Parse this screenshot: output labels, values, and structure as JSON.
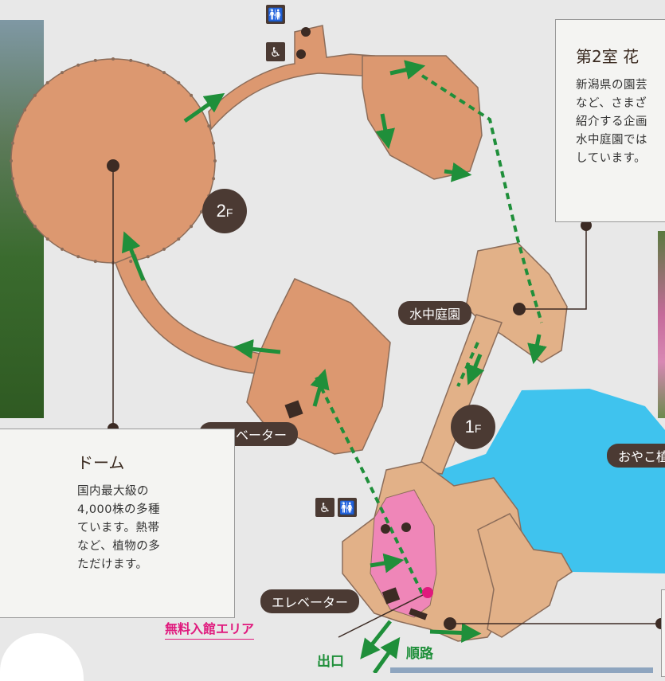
{
  "floors": {
    "upper": "2",
    "upper_suffix": "F",
    "lower": "1",
    "lower_suffix": "F"
  },
  "labels": {
    "underwater_garden": "水中庭園",
    "elevator_1": "エレベーター",
    "elevator_2": "エレベーター",
    "oyako_area": "おやこ植",
    "free_area": "無料入館エリア",
    "exit": "出口",
    "route": "順路"
  },
  "callouts": {
    "room2": {
      "title": "第2室 花",
      "lines": [
        "新潟県の園芸",
        "など、さまざ",
        "紹介する企画",
        "水中庭園では",
        "しています。"
      ]
    },
    "dome": {
      "title": "ドーム",
      "lines": [
        "国内最大級の",
        "4,000株の多種",
        "ています。熱帯",
        "など、植物の多",
        "ただけます。"
      ]
    }
  },
  "icons": [
    "restroom-icon",
    "wheelchair-icon"
  ],
  "colors": {
    "building_2f": "#dc9870",
    "building_1f": "#e2b188",
    "outline": "#8c6d5a",
    "pond": "#3fc3ee",
    "free_area": "#ef86b8",
    "route": "#1f8f3a",
    "marker": "#3c2b24",
    "pill": "#4b3a33",
    "free_label": "#e0197d"
  }
}
